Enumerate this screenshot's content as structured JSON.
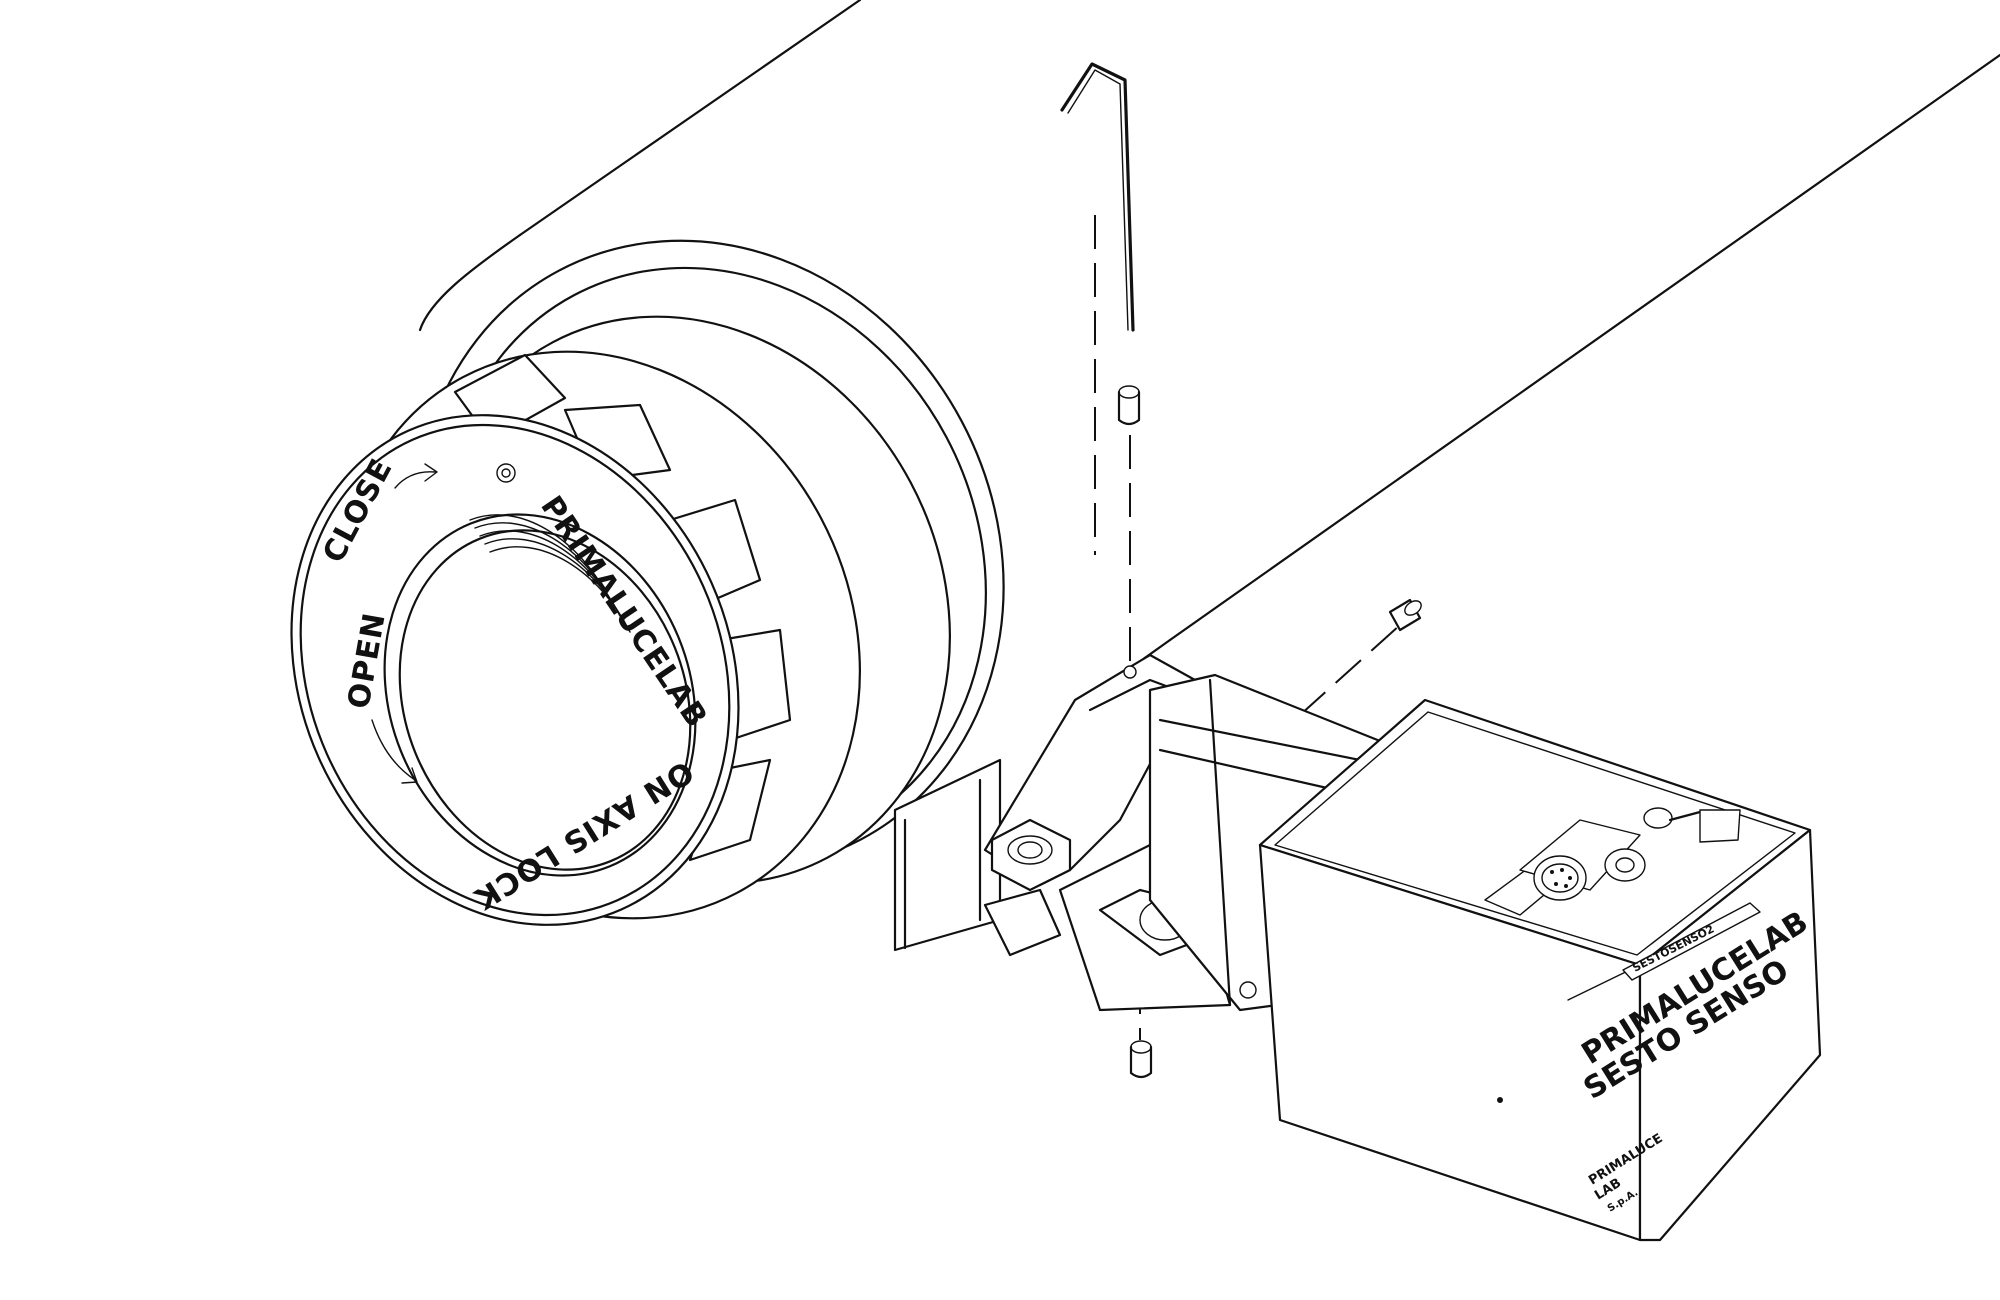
{
  "ring": {
    "close": "CLOSE",
    "open": "OPEN",
    "brand": "PRIMALUCELAB",
    "on_axis_lock": "ON AXIS LOCK"
  },
  "focuser": {
    "brand": "PRIMALUCELAB",
    "model": "SESTO SENSO",
    "serial": "SESTOSENSO2",
    "maker_line1": "PRIMALUCE",
    "maker_line2": "LAB",
    "maker_line3": "S.p.A."
  }
}
